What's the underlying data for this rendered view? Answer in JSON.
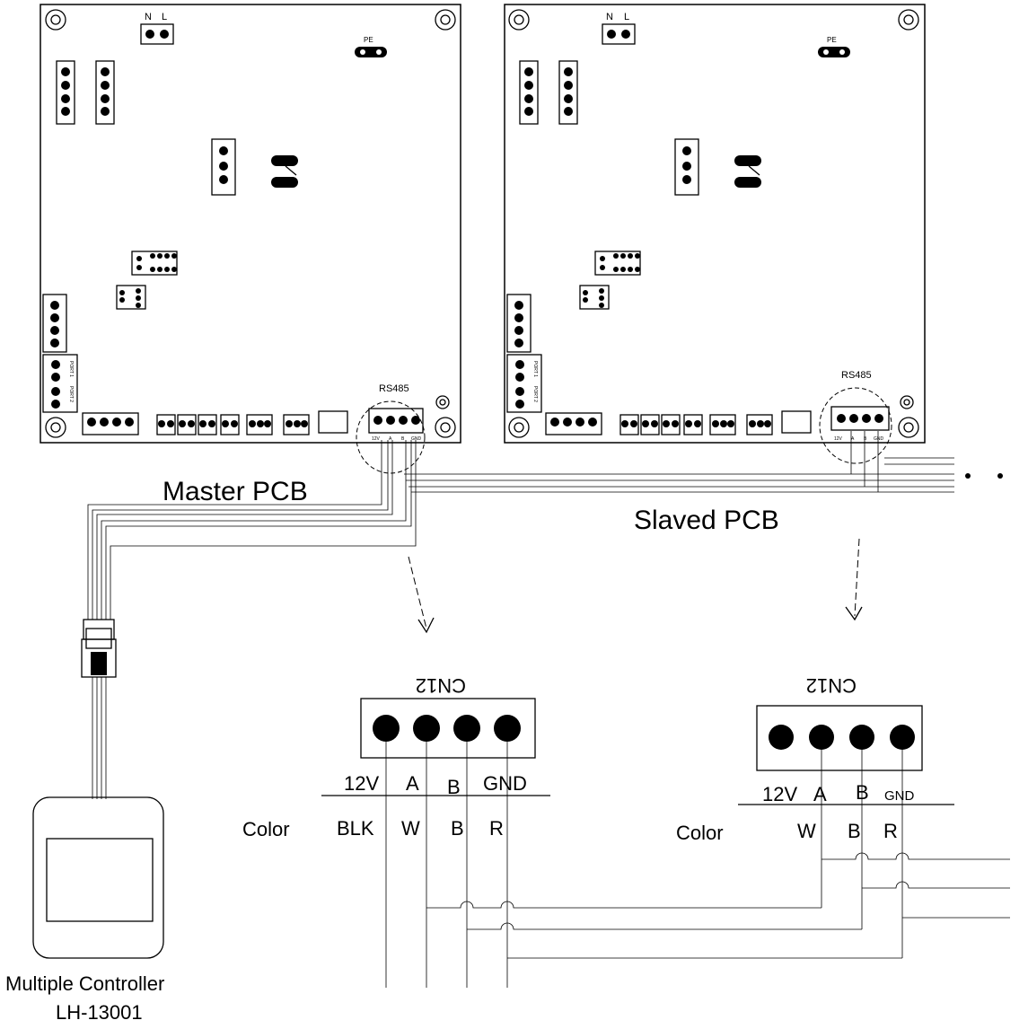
{
  "master": {
    "title": "Master PCB",
    "rs485": "RS485",
    "pe": "PE",
    "n": "N",
    "l": "L",
    "pins": [
      "12V",
      "A",
      "B",
      "GND"
    ]
  },
  "slave": {
    "title": "Slaved PCB",
    "rs485": "RS485",
    "pe": "PE",
    "n": "N",
    "l": "L",
    "pins": [
      "12V",
      "A",
      "B",
      "GND"
    ]
  },
  "detail_master": {
    "connector": "CN12",
    "pins": [
      "12V",
      "A",
      "B",
      "GND"
    ],
    "color_label": "Color",
    "colors": [
      "BLK",
      "W",
      "B",
      "R"
    ]
  },
  "detail_slave": {
    "connector": "CN12",
    "pins": [
      "12V",
      "A",
      "B",
      "GND"
    ],
    "color_label": "Color",
    "colors": [
      "W",
      "B",
      "R"
    ]
  },
  "controller": {
    "name": "Multiple Controller",
    "model": "LH-13001"
  },
  "board_labels": {
    "port1": "PORT 1",
    "port2": "PORT 2"
  }
}
